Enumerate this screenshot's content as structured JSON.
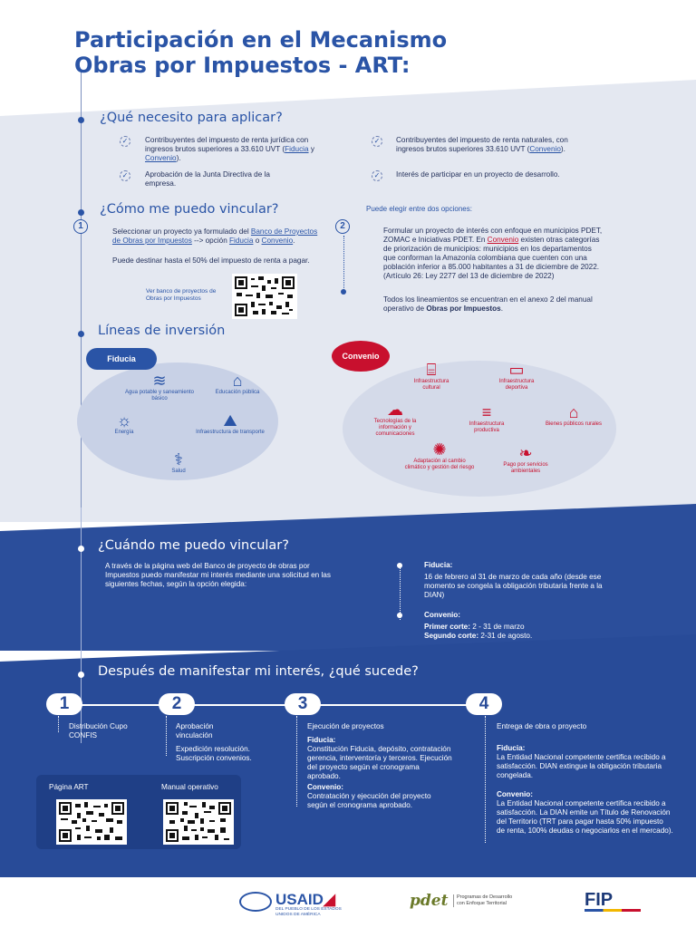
{
  "header": {
    "title_line1": "Participación en el Mecanismo",
    "title_line2": "Obras por Impuestos - ART:"
  },
  "aplicar": {
    "heading": "¿Qué necesito para aplicar?",
    "item1": {
      "pre": "Contribuyentes del impuesto de renta jurídica con ingresos brutos superiores a 33.610 UVT (",
      "l1": "Fiducia",
      "mid": " y ",
      "l2": "Convenio",
      "post": ")."
    },
    "item2": {
      "pre": "Contribuyentes del impuesto de renta naturales, con ingresos brutos superiores 33.610 UVT (",
      "l1": "Convenio",
      "post": ")."
    },
    "item3": "Aprobación de la Junta Directiva de la empresa.",
    "item4": "Interés de participar en un proyecto de desarrollo."
  },
  "vincular": {
    "heading": "¿Cómo me puedo vincular?",
    "options_label": "Puede elegir entre dos opciones:",
    "opt1_num": "1",
    "opt1": {
      "pre": "Seleccionar un proyecto ya formulado del ",
      "link": "Banco de Proyectos de Obras por Impuestos",
      "mid": " --> opción ",
      "l1": "Fiducia",
      "or": " o ",
      "l2": "Convenio",
      "post": "."
    },
    "opt1_b": "Puede destinar hasta el 50% del impuesto de renta a pagar.",
    "qr_caption": "Ver banco de proyectos de Obras por Impuestos",
    "opt2_num": "2",
    "opt2": {
      "pre": "Formular un proyecto de interés con enfoque en municipios PDET, ZOMAC e Iniciativas PDET. En ",
      "link": "Convenio",
      "post": " existen otras categorías de priorización de municipios: municipios en los departamentos que conforman la Amazonía colombiana que cuenten con una población inferior a 85.000 habitantes a 31 de diciembre de 2022. (Artículo 26: Ley 2277 del 13 de diciembre de 2022)"
    },
    "opt2_b": {
      "pre": "Todos los lineamientos se encuentran en el anexo 2 del manual operativo de ",
      "bold": "Obras por Impuestos",
      "post": "."
    }
  },
  "lineas": {
    "heading": "Líneas de inversión",
    "fiducia_label": "Fiducia",
    "convenio_label": "Convenio",
    "fiducia_items": [
      "Agua potable y saneamiento básico",
      "Educación pública",
      "Energía",
      "Infraestructura de transporte",
      "Salud"
    ],
    "convenio_items": [
      "Infraestructura cultural",
      "Infraestructura deportiva",
      "Tecnologías de la información y comunicaciones",
      "Infraestructura productiva",
      "Bienes públicos rurales",
      "Adaptación al cambio climático y gestión del riesgo",
      "Pago por servicios ambientales"
    ]
  },
  "cuando": {
    "heading": "¿Cuándo me puedo vincular?",
    "intro": "A través de la página web del Banco de proyecto de obras por Impuestos puedo manifestar mi interés mediante una solicitud en las siguientes fechas, según la opción elegida:",
    "fiducia_label": "Fiducia:",
    "fiducia_text": "16 de febrero al 31 de marzo de cada año (desde ese momento se congela la obligación tributaria frente a la DIAN)",
    "convenio_label": "Convenio:",
    "corte1_label": "Primer corte:",
    "corte1": " 2 - 31 de marzo",
    "corte2_label": "Segundo corte:",
    "corte2": " 2-31 de agosto."
  },
  "despues": {
    "heading": "Después de manifestar mi interés, ¿qué sucede?",
    "steps": [
      {
        "num": "1",
        "title": "Distribución Cupo CONFIS"
      },
      {
        "num": "2",
        "title": "Aprobación vinculación",
        "sub": "Expedición resolución. Suscripción convenios."
      },
      {
        "num": "3",
        "title": "Ejecución de proyectos",
        "f_label": "Fiducia:",
        "f_text": "Constitución Fiducia, depósito, contratación gerencia, interventoría y terceros. Ejecución del proyecto según el cronograma aprobado.",
        "c_label": "Convenio:",
        "c_text": "Contratación y ejecución del proyecto según el cronograma aprobado."
      },
      {
        "num": "4",
        "title": "Entrega de obra o proyecto",
        "f_label": "Fiducia:",
        "f_text": "La Entidad Nacional competente certifica recibido a satisfacción. DIAN extingue la obligación tributaria congelada.",
        "c_label": "Convenio:",
        "c_text": "La Entidad Nacional competente certifica recibido a satisfacción. La DIAN emite un Título de Renovación del Territorio (TRT para pagar hasta 50% impuesto de renta, 100% deudas o negociarlos en el mercado)."
      }
    ],
    "qr1_label": "Página ART",
    "qr2_label": "Manual operativo"
  },
  "footer": {
    "usaid": "USAID",
    "usaid_sub": "DEL PUEBLO DE LOS ESTADOS UNIDOS DE AMÉRICA",
    "pdet": "pdet",
    "pdet_sub1": "Programas de Desarrollo",
    "pdet_sub2": "con Enfoque Territorial",
    "fip": "FIP"
  },
  "colors": {
    "primary": "#2a54a6",
    "dark_blue": "#284b98",
    "red": "#c8102e",
    "light": "#e4e8f1"
  }
}
